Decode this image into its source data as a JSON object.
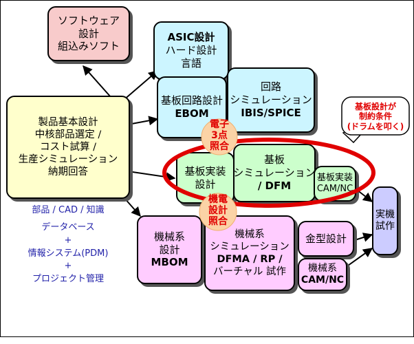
{
  "boxes": {
    "software": [
      "ソフトウェア",
      "設計",
      "組込みソフト"
    ],
    "asic": [
      "ASIC設計",
      "ハード設計",
      "言語"
    ],
    "circuit_sim": [
      "回路",
      "シミュレーション",
      "IBIS/SPICE"
    ],
    "board_circuit": [
      "基板回路設計",
      "EBOM"
    ],
    "product": [
      "製品基本設計",
      "",
      "中核部品選定 /",
      "コスト試算 /",
      "生産シミュレーション",
      "納期回答"
    ],
    "board_mount": [
      "基板実装",
      "設計"
    ],
    "board_sim": [
      "基板",
      "シミュレーション",
      "/ DFM"
    ],
    "board_cam": [
      "基板実装",
      "CAM/NC"
    ],
    "prototype": [
      "実機",
      "試作"
    ],
    "mech_design": [
      "機械系",
      "設計",
      "MBOM"
    ],
    "mech_sim": [
      "機械系",
      "シミュレーション",
      "DFMA / RP /",
      "バーチャル 試作"
    ],
    "mold": [
      "金型設計"
    ],
    "mech_cam": [
      "機械系",
      "CAM/NC"
    ]
  },
  "notes": [
    "部品 / CAD / 知識",
    "",
    "データベース",
    "+",
    "情報システム(PDM)",
    "+",
    "プロジェクト管理"
  ],
  "overlays": {
    "electronic": [
      "電子",
      "3点",
      "照合"
    ],
    "mechatronic": [
      "機電",
      "設計",
      "照合"
    ]
  },
  "callout": [
    "基板設計が",
    "制約条件",
    "(ドラムを叩く)"
  ],
  "colors": {
    "accent_red": "#e00000",
    "note_blue": "#1f1fa8",
    "overlay_circle": "#fbd3a6"
  }
}
